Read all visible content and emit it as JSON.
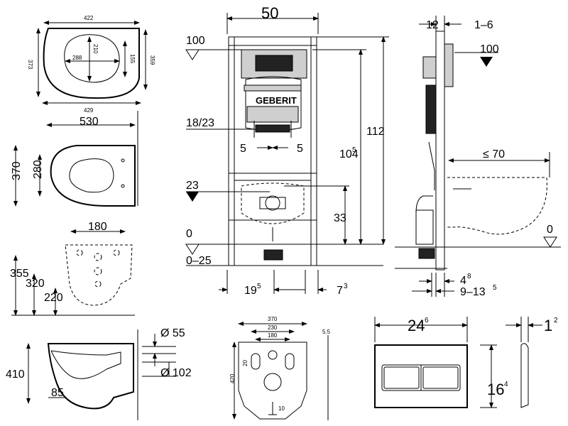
{
  "seat_top": {
    "w_top": "422",
    "w_bottom": "429",
    "h_left": "373",
    "h_right": "359",
    "inner_w": "288",
    "inner_h": "210",
    "inner_side": "155"
  },
  "bowl_top": {
    "length": "530",
    "width": "370",
    "inner": "280"
  },
  "bowl_rear": {
    "hole_spacing": "180",
    "h1": "355",
    "h2": "320",
    "h3": "220"
  },
  "bowl_side": {
    "height": "410",
    "offset": "85",
    "d1": "Ø 55",
    "d2": "Ø 102"
  },
  "frame": {
    "width": "50",
    "brand": "GEBERIT",
    "level_top": "100",
    "level_mid": "23",
    "level_zero": "0",
    "floor_range": "0–25",
    "bolt_spacing": "18/23",
    "left_offset": "5",
    "right_offset": "5",
    "h_total": "112",
    "h_inst": "104",
    "h_inst_sup": "5",
    "h_outlet": "33",
    "bottom_left": "19",
    "bottom_left_sup": "5",
    "bottom_right": "7",
    "bottom_right_sup": "3"
  },
  "frame_side": {
    "depth": "12",
    "adj": "1–6",
    "level_top": "100",
    "max_proj": "≤ 70",
    "level_zero": "0",
    "bot1": "4",
    "bot1_sup": "8",
    "bot2": "9–13",
    "bot2_sup": "5"
  },
  "mat": {
    "w_total": "370",
    "w_mid": "230",
    "w_inner": "180",
    "height": "420",
    "side": "20",
    "thick": "5.5",
    "bottom": "10"
  },
  "plate": {
    "width": "24",
    "width_sup": "6",
    "height": "16",
    "height_sup": "4",
    "depth": "1",
    "depth_sup": "2"
  }
}
